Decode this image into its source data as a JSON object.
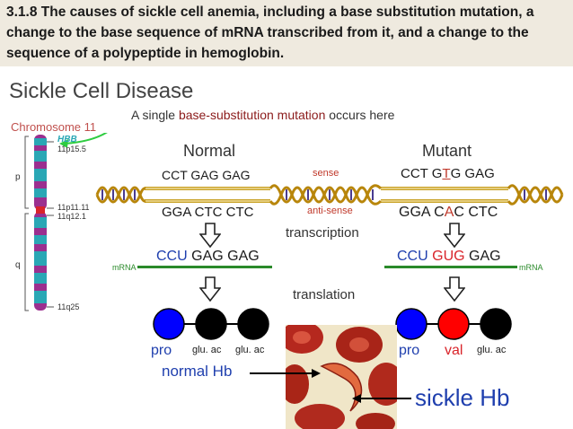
{
  "header": {
    "text": "3.1.8 The causes of sickle cell anemia, including a base substitution mutation, a change to the base sequence of mRNA transcribed from it, and a change to the sequence of a polypeptide in hemoglobin."
  },
  "slide_title": "Sickle Cell Disease",
  "chromosome": {
    "label": "Chromosome 11",
    "gene": "HBB",
    "gene_band": "11p15.5",
    "arm_p": "p",
    "arm_q": "q",
    "band_centromere_1": "11p11.11",
    "band_centromere_2": "11q12.1",
    "band_bottom": "11q25"
  },
  "mutation_note": {
    "prefix": "A single ",
    "highlight": "base-substitution mutation",
    "suffix": " occurs here"
  },
  "normal": {
    "heading": "Normal",
    "dna_sense": "CCT GAG GAG",
    "dna_antisense": "GGA CTC CTC",
    "mrna_first": "CCU",
    "mrna_rest": " GAG GAG",
    "aa1": "pro",
    "aa2": "glu. ac",
    "aa3": "glu. ac",
    "hb": "normal Hb"
  },
  "mutant": {
    "heading": "Mutant",
    "dna_sense_a": "CCT G",
    "dna_sense_mut": "T",
    "dna_sense_b": "G GAG",
    "dna_antisense_a": "GGA C",
    "dna_antisense_mut": "A",
    "dna_antisense_b": "C CTC",
    "mrna_first": "CCU",
    "mrna_mut": " GUG",
    "mrna_rest": " GAG",
    "aa1": "pro",
    "aa2": "val",
    "aa3": "glu. ac",
    "hb": "sickle Hb"
  },
  "labels": {
    "sense": "sense",
    "antisense": "anti-sense",
    "transcription": "transcription",
    "translation": "translation",
    "mrna_left": "mRNA",
    "mrna_right": "mRNA"
  },
  "colors": {
    "header_bg": "#efeadf",
    "chromosome_teal": "#2aa7b5",
    "chromosome_purple": "#9b2f8f",
    "dna_gold": "#c9a227",
    "mrna_green": "#2a8a2a",
    "aa_blue": "#0000ff",
    "aa_red": "#ff0000",
    "aa_black": "#000000",
    "rbc_red": "#c0392b"
  }
}
